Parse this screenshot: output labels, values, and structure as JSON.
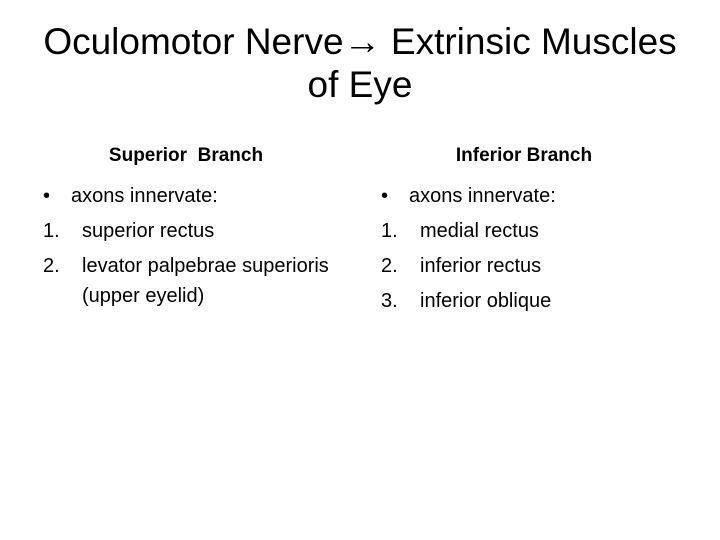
{
  "slide": {
    "title": {
      "line1_pre": "Oculomotor Nerve",
      "arrow": "→",
      "line1_post": "Extrinsic Muscles",
      "line2": "of Eye"
    },
    "columns": [
      {
        "header": "Superior  Branch",
        "bullet_marker": "•",
        "bullet_text": "axons innervate:",
        "items": [
          {
            "num": "1.",
            "text": "superior rectus"
          },
          {
            "num": "2.",
            "text": "levator palpebrae superioris (upper eyelid)"
          }
        ]
      },
      {
        "header": "Inferior Branch",
        "bullet_marker": "•",
        "bullet_text": "axons innervate:",
        "items": [
          {
            "num": "1.",
            "text": "medial rectus"
          },
          {
            "num": "2.",
            "text": "inferior rectus"
          },
          {
            "num": "3.",
            "text": "inferior oblique"
          }
        ]
      }
    ]
  },
  "colors": {
    "background": "#ffffff",
    "text": "#000000"
  }
}
